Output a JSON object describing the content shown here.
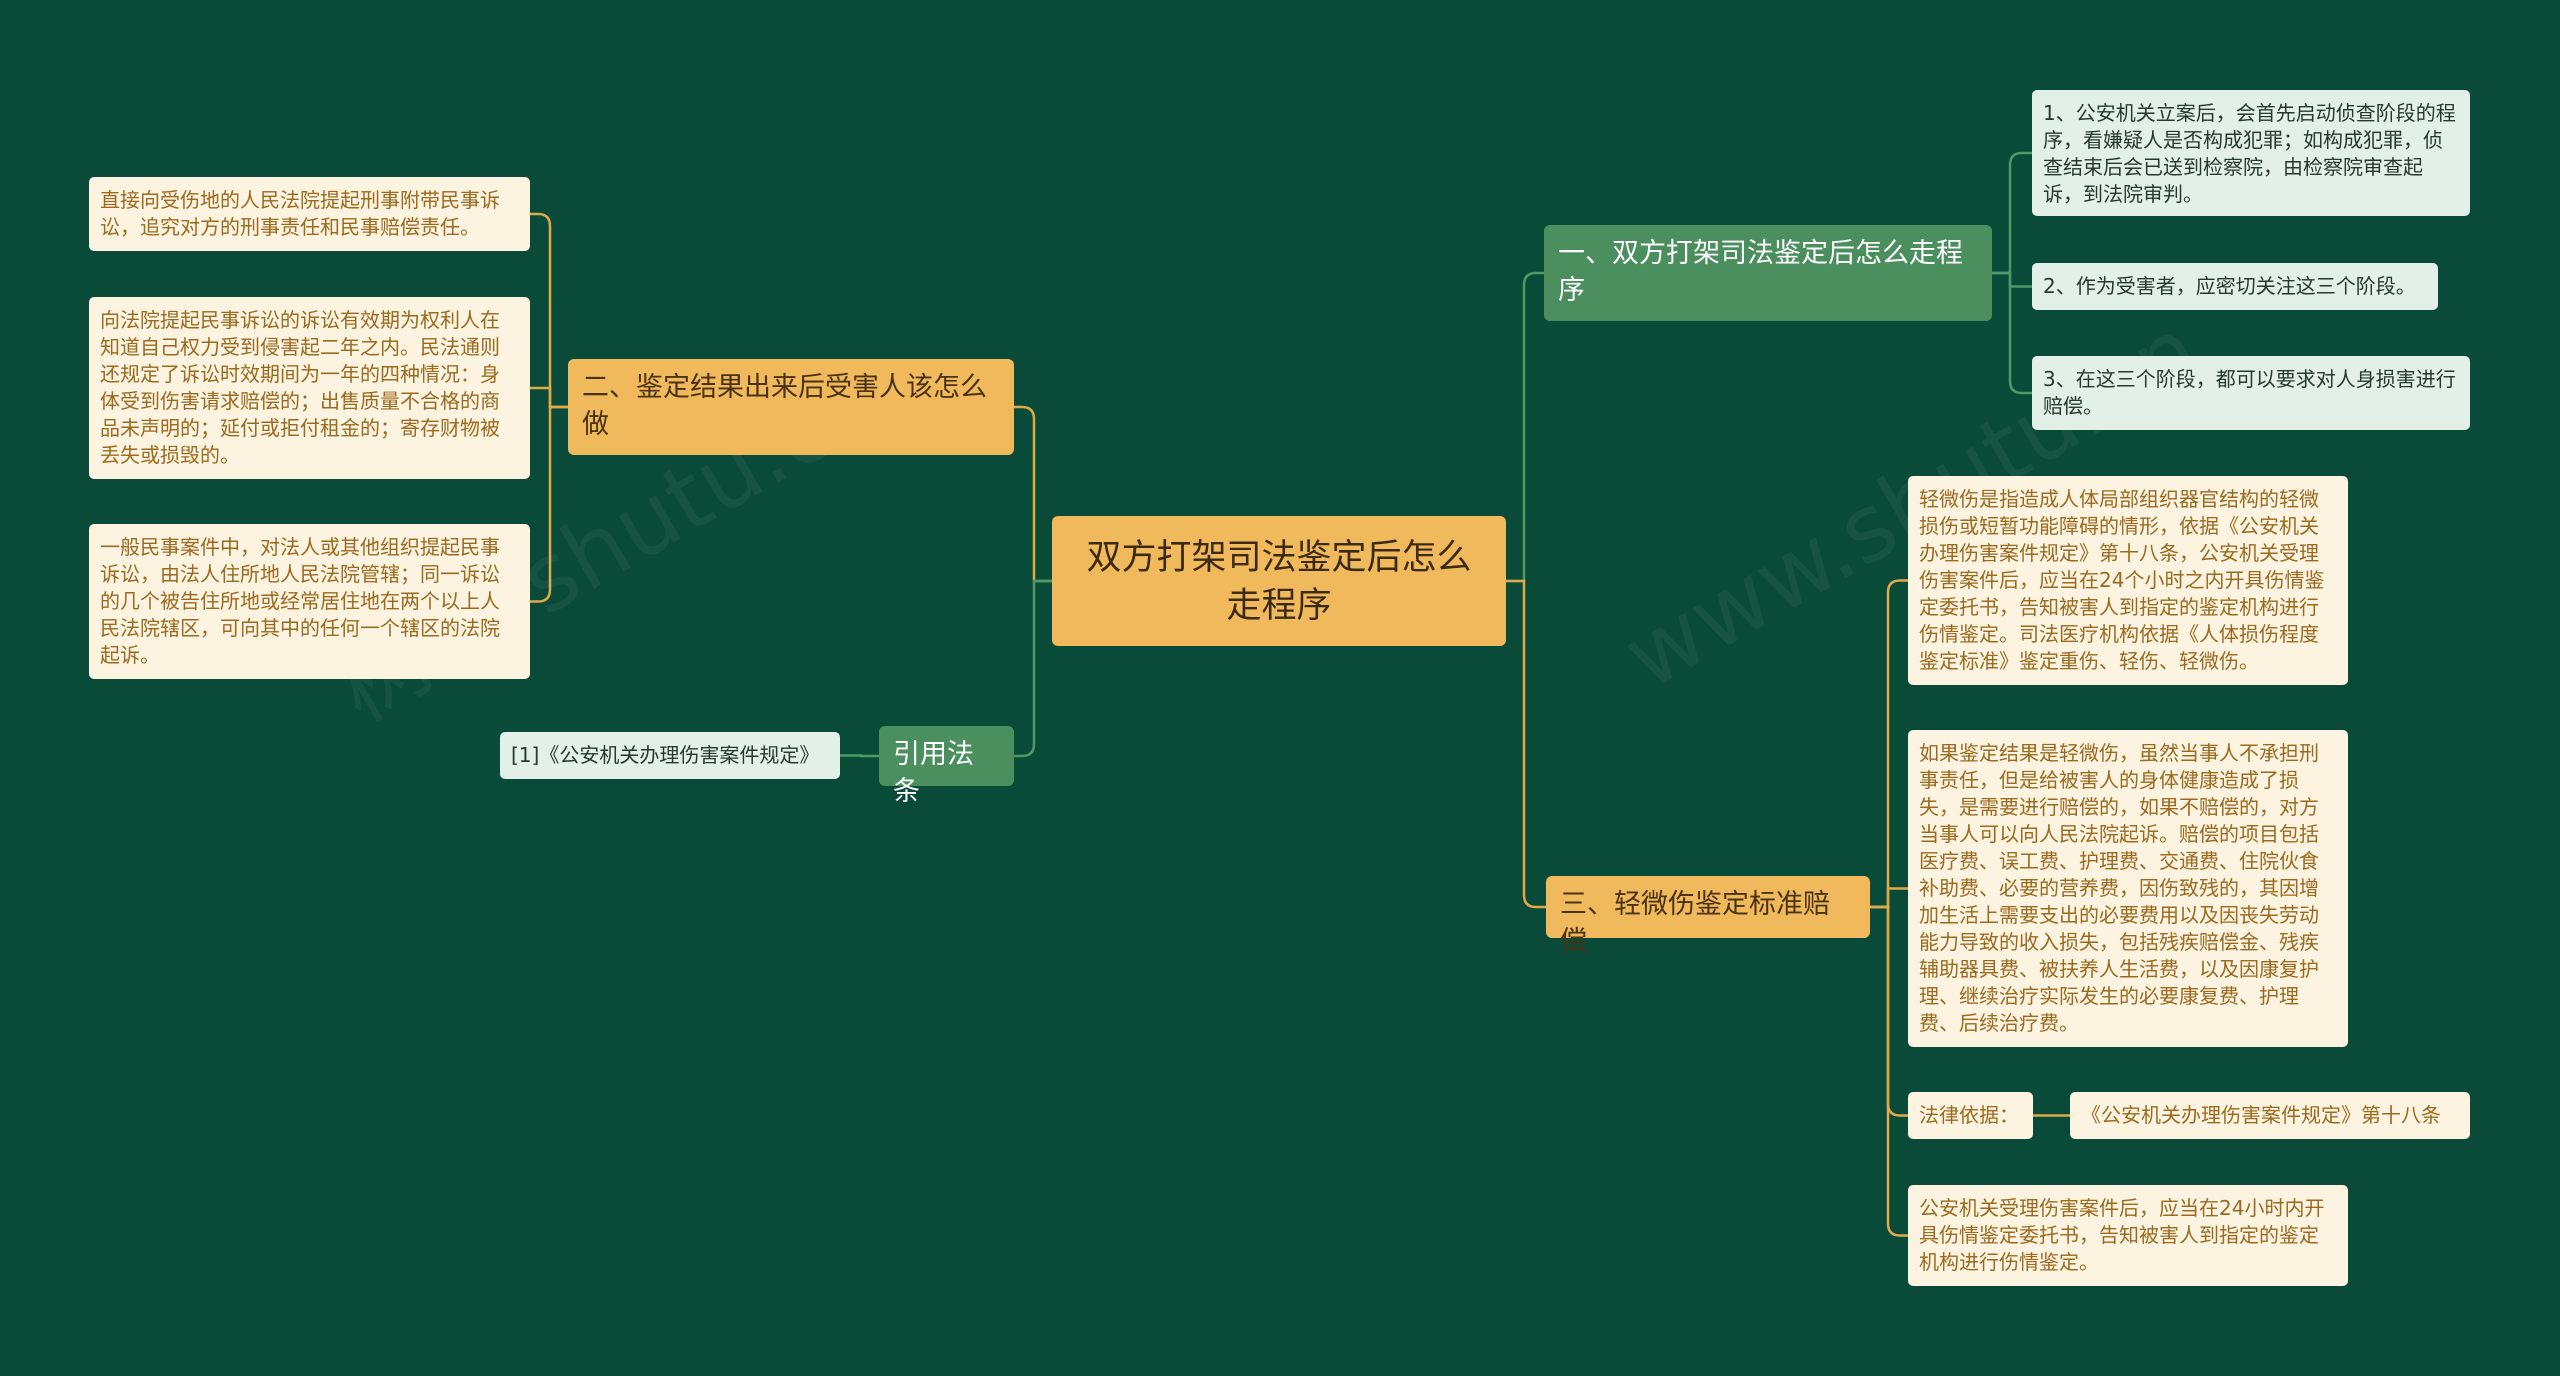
{
  "colors": {
    "background": "#0a4a38",
    "orange": "#f0b95b",
    "green": "#4b8f5f",
    "cream": "#fdf3e1",
    "light_green": "#e3f0e7",
    "link_orange": "#e0a94a",
    "link_green": "#4e9a66"
  },
  "central": {
    "label": "双方打架司法鉴定后怎么走程序"
  },
  "branches": {
    "b1": {
      "label": "一、双方打架司法鉴定后怎么走程序"
    },
    "b2": {
      "label": "二、鉴定结果出来后受害人该怎么做"
    },
    "b3": {
      "label": "三、轻微伤鉴定标准赔偿"
    },
    "b4": {
      "label": "引用法条"
    }
  },
  "leaves": {
    "b1_1": "1、公安机关立案后，会首先启动侦查阶段的程序，看嫌疑人是否构成犯罪；如构成犯罪，侦查结束后会已送到检察院，由检察院审查起诉，到法院审判。",
    "b1_2": "2、作为受害者，应密切关注这三个阶段。",
    "b1_3": "3、在这三个阶段，都可以要求对人身损害进行赔偿。",
    "b2_1": "直接向受伤地的人民法院提起刑事附带民事诉讼，追究对方的刑事责任和民事赔偿责任。",
    "b2_2": "向法院提起民事诉讼的诉讼有效期为权利人在知道自己权力受到侵害起二年之内。民法通则还规定了诉讼时效期间为一年的四种情况：身体受到伤害请求赔偿的；出售质量不合格的商品未声明的；延付或拒付租金的；寄存财物被丢失或损毁的。",
    "b2_3": "一般民事案件中，对法人或其他组织提起民事诉讼，由法人住所地人民法院管辖；同一诉讼的几个被告住所地或经常居住地在两个以上人民法院辖区，可向其中的任何一个辖区的法院起诉。",
    "b3_1": "轻微伤是指造成人体局部组织器官结构的轻微损伤或短暂功能障碍的情形，依据《公安机关办理伤害案件规定》第十八条，公安机关受理伤害案件后，应当在24个小时之内开具伤情鉴定委托书，告知被害人到指定的鉴定机构进行伤情鉴定。司法医疗机构依据《人体损伤程度鉴定标准》鉴定重伤、轻伤、轻微伤。",
    "b3_2": "如果鉴定结果是轻微伤，虽然当事人不承担刑事责任，但是给被害人的身体健康造成了损失，是需要进行赔偿的，如果不赔偿的，对方当事人可以向人民法院起诉。赔偿的项目包括医疗费、误工费、护理费、交通费、住院伙食补助费、必要的营养费，因伤致残的，其因增加生活上需要支出的必要费用以及因丧失劳动能力导致的收入损失，包括残疾赔偿金、残疾辅助器具费、被扶养人生活费，以及因康复护理、继续治疗实际发生的必要康复费、护理费、后续治疗费。",
    "b3_3": "法律依据：",
    "b3_3_1": "《公安机关办理伤害案件规定》第十八条",
    "b3_4": "公安机关受理伤害案件后，应当在24小时内开具伤情鉴定委托书，告知被害人到指定的鉴定机构进行伤情鉴定。",
    "b4_1": "[1]《公安机关办理伤害案件规定》"
  },
  "watermarks": [
    "树图 shutu.cn",
    "www.shutu.cn"
  ]
}
